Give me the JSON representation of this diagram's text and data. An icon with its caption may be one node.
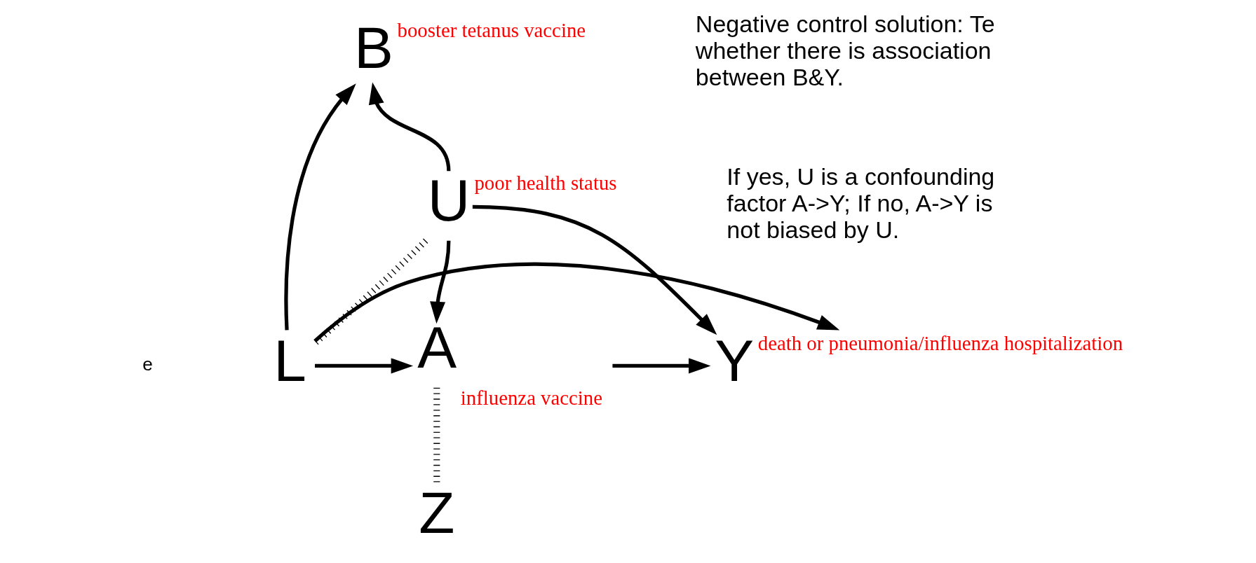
{
  "diagram": {
    "nodes": [
      {
        "text": [
          "B"
        ],
        "beside": [
          "booster tetanus vaccine"
        ]
      },
      {
        "text": [
          "U"
        ],
        "beside": [
          "poor health status"
        ]
      },
      {
        "text": [
          "L"
        ]
      },
      {
        "text": [
          "A"
        ],
        "beside": [
          "influenza vaccine"
        ]
      },
      {
        "text": [
          "Y"
        ],
        "beside": [
          "death or pneumonia/influenza hospitalization"
        ]
      },
      {
        "text": [
          "Z"
        ]
      }
    ],
    "edges": [
      {
        "from": 2,
        "to": 0,
        "arrow": "to"
      },
      {
        "from": 1,
        "to": 0,
        "arrow": "to"
      },
      {
        "from": 1,
        "to": 2,
        "arrow": "none",
        "style": "dashed"
      },
      {
        "from": 1,
        "to": 3,
        "arrow": "to"
      },
      {
        "from": 1,
        "to": 4,
        "arrow": "to"
      },
      {
        "from": 2,
        "to": 3,
        "arrow": "to"
      },
      {
        "from": 3,
        "to": 4,
        "arrow": "to"
      },
      {
        "from": 2,
        "to": 4,
        "arrow": "to"
      },
      {
        "from": 3,
        "to": 5,
        "arrow": "none",
        "style": "dashed"
      }
    ],
    "labels": [
      "e",
      "Negative control solution: Te whether there is association between B&Y.",
      "If yes, U is a confounding factor A->Y; If no, A->Y is not biased by U."
    ]
  }
}
